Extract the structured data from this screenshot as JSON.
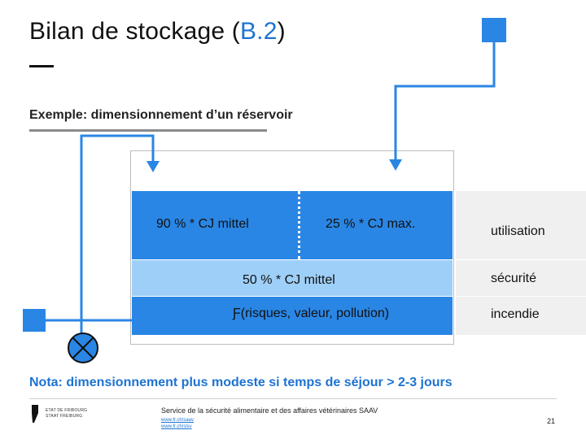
{
  "header": {
    "title_main": "Bilan de stockage (",
    "title_accent": "B.2",
    "title_end": ")",
    "subtitle": "Exemple: dimensionnement d’un réservoir"
  },
  "tank": {
    "top_left": "90 % * CJ mittel",
    "top_right": "25 % * CJ max.",
    "middle": "50 % * CJ mittel",
    "bottom": "Ƒ(risques, valeur, pollution)"
  },
  "side_labels": {
    "top": "utilisation",
    "middle": "sécurité",
    "bottom": "incendie"
  },
  "note": "Nota: dimensionnement plus modeste si temps de séjour > 2-3 jours",
  "footer": {
    "logo_line1": "ETAT DE FRIBOURG",
    "logo_line2": "STAAT FREIBURG",
    "service": "Service de la sécurité alimentaire et des affaires vétérinaires SAAV",
    "link1": "www.fr.ch/saav",
    "link2": "www.fr.ch/slsv",
    "page": "21"
  },
  "colors": {
    "accent": "#1e73d2",
    "band_dark": "#2a86e4",
    "band_light": "#9ecff8",
    "pipe": "#2a86e4"
  },
  "icons": [
    "inflow-square-icon",
    "overflow-square-icon",
    "valve-icon",
    "arrow-down-icon"
  ]
}
